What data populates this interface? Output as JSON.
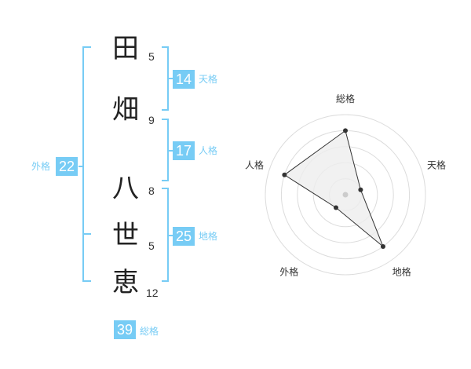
{
  "characters": [
    {
      "char": "田",
      "strokes": "5"
    },
    {
      "char": "畑",
      "strokes": "9"
    },
    {
      "char": "八",
      "strokes": "8"
    },
    {
      "char": "世",
      "strokes": "5"
    },
    {
      "char": "恵",
      "strokes": "12"
    }
  ],
  "kaku": {
    "tenkaku": {
      "value": "14",
      "label": "天格"
    },
    "jinkaku": {
      "value": "17",
      "label": "人格"
    },
    "chikaku": {
      "value": "25",
      "label": "地格"
    },
    "gaikaku": {
      "value": "22",
      "label": "外格"
    },
    "soukaku": {
      "value": "39",
      "label": "総格"
    }
  },
  "colors": {
    "accent": "#77ccf5",
    "text": "#222222",
    "radar_fill": "#eeeeee"
  },
  "chart_data": {
    "type": "radar",
    "axes": [
      "総格",
      "天格",
      "地格",
      "外格",
      "人格"
    ],
    "values": [
      4,
      1,
      4,
      1,
      4
    ],
    "max": 5,
    "rings": 5
  }
}
